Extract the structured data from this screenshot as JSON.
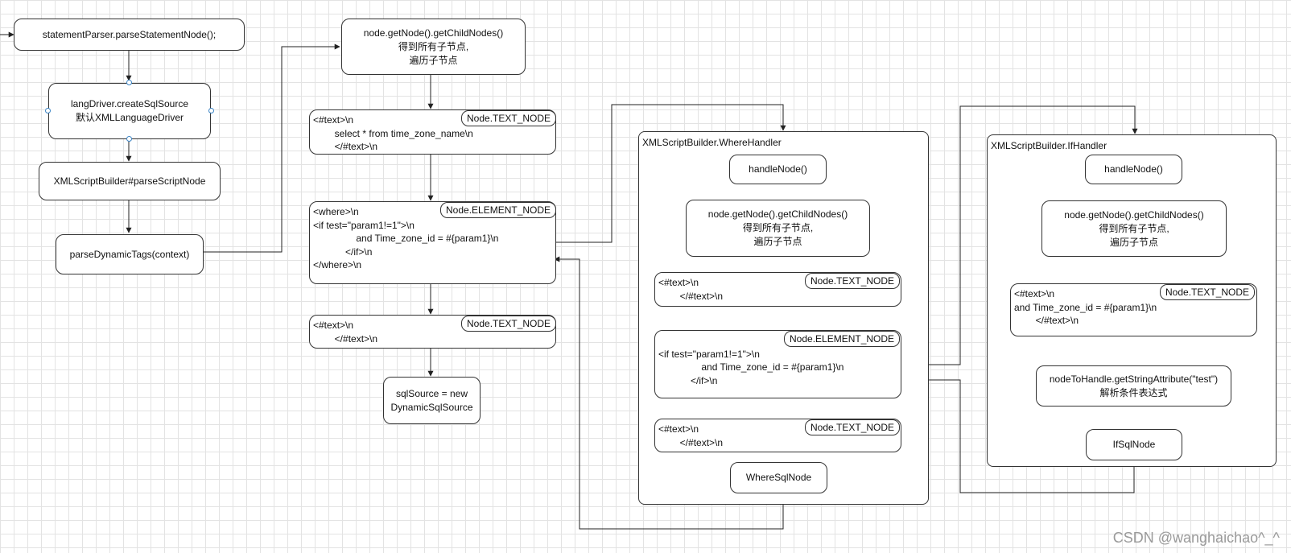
{
  "main_flow": {
    "parse_statement": "statementParser.parseStatementNode();",
    "create_sql_source": [
      "langDriver.createSqlSource",
      "默认XMLLanguageDriver"
    ],
    "parse_script_node": "XMLScriptBuilder#parseScriptNode",
    "parse_dynamic_tags": "parseDynamicTags(context)"
  },
  "middle_flow": {
    "get_child_nodes": [
      "node.getNode().getChildNodes()",
      "得到所有子节点,",
      "遍历子节点"
    ],
    "text_node_1": {
      "lines": [
        "<#text>\\n",
        "        select * from time_zone_name\\n",
        "        </#text>\\n"
      ],
      "tag": "Node.TEXT_NODE"
    },
    "element_node": {
      "lines": [
        "<where>\\n",
        "<if test=\"param1!=1\">\\n",
        "                and Time_zone_id = #{param1}\\n",
        "            </if>\\n",
        "</where>\\n"
      ],
      "tag": "Node.ELEMENT_NODE"
    },
    "text_node_2": {
      "lines": [
        "<#text>\\n",
        "        </#text>\\n"
      ],
      "tag": "Node.TEXT_NODE"
    },
    "sql_source": [
      "sqlSource = new",
      "DynamicSqlSource"
    ]
  },
  "where_handler": {
    "title": "XMLScriptBuilder.WhereHandler",
    "handle_node": "handleNode()",
    "get_child_nodes": [
      "node.getNode().getChildNodes()",
      "得到所有子节点,",
      "遍历子节点"
    ],
    "text_node_1": {
      "lines": [
        "<#text>\\n",
        "        </#text>\\n"
      ],
      "tag": "Node.TEXT_NODE"
    },
    "element_node": {
      "lines": [
        "<if test=\"param1!=1\">\\n",
        "                and Time_zone_id = #{param1}\\n",
        "            </if>\\n"
      ],
      "tag": "Node.ELEMENT_NODE"
    },
    "text_node_2": {
      "lines": [
        "<#text>\\n",
        "        </#text>\\n"
      ],
      "tag": "Node.TEXT_NODE"
    },
    "where_sql_node": "WhereSqlNode"
  },
  "if_handler": {
    "title": "XMLScriptBuilder.IfHandler",
    "handle_node": "handleNode()",
    "get_child_nodes": [
      "node.getNode().getChildNodes()",
      "得到所有子节点,",
      "遍历子节点"
    ],
    "text_node": {
      "lines": [
        "<#text>\\n",
        "and Time_zone_id = #{param1}\\n",
        "        </#text>\\n"
      ],
      "tag": "Node.TEXT_NODE"
    },
    "get_string_attribute": [
      "nodeToHandle.getStringAttribute(\"test\")",
      "解析条件表达式"
    ],
    "if_sql_node": "IfSqlNode"
  },
  "watermark": "CSDN @wanghaichao^_^",
  "colors": {
    "line": "#222222",
    "grid": "#e3e3e3",
    "handle": "#3d86c6"
  }
}
